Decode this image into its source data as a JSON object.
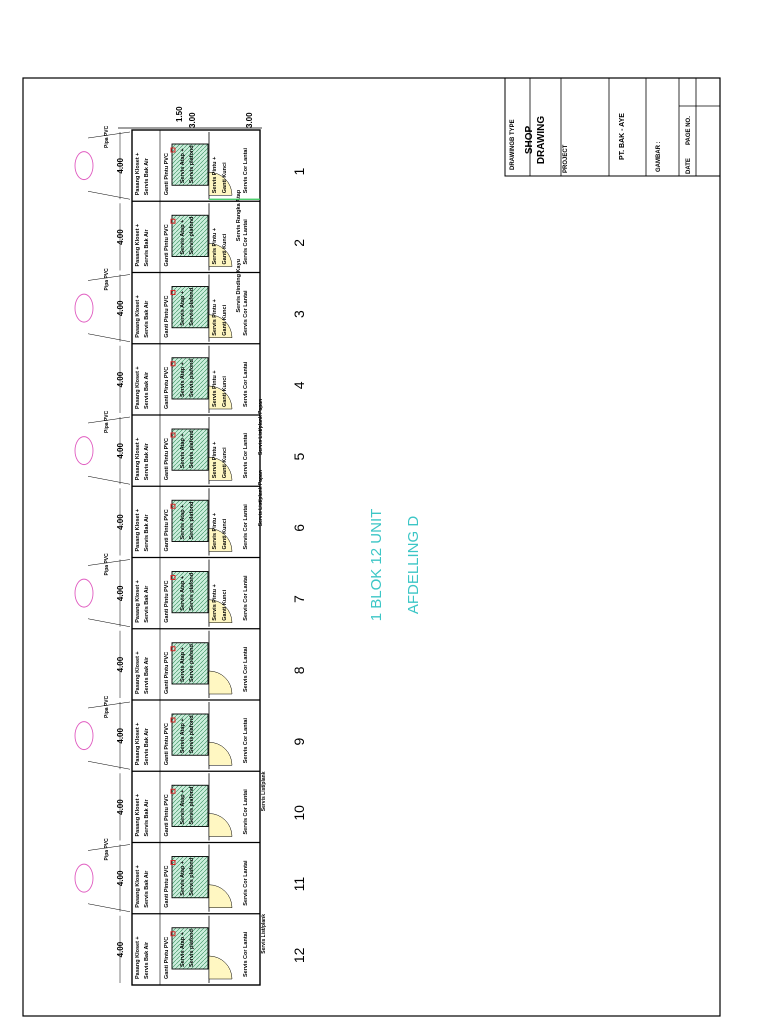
{
  "title_block": {
    "drawing_type_label": "DRAWINGB TYPE",
    "drawing_type_line1": "SHOP",
    "drawing_type_line2": "DRAWING",
    "project_label": "PROJECT",
    "company": "PT. BAK - AYE",
    "gambar_label": "GAMBAR :",
    "date_label": "DATE",
    "page_label": "PAGE NO."
  },
  "block_caption": {
    "line1": "1 BLOK 12 UNIT",
    "line2": "AFDELLING D"
  },
  "dimensions": {
    "unit_width": "4.00",
    "top": "1.50",
    "mid": "3.00",
    "bottom": "3.00"
  },
  "labels": {
    "pasang_kloset": "Pasang Kloset +",
    "servis_bak_air": "Servis Bak Air",
    "ganti_pintu_pvc": "Ganti Pintu PVC",
    "servis_atap": "Servis Atap +",
    "servis_plafond": "Servis plafond",
    "servis_pintu": "Servis Pintu +",
    "ganti_kunci": "Ganti Kunci",
    "servis_cor_lantai": "Servis Cor Lantai",
    "pipa_pvc": "Pipa PVC",
    "servis_list_papan": "Servis List/plank Papan",
    "servis_rangka_atap": "Servis Rangka Atap",
    "servis_dinding_kayu": "Servis Dinding Kayu",
    "servis_list_plank": "Servis List/plank"
  },
  "units": [
    "1",
    "2",
    "3",
    "4",
    "5",
    "6",
    "7",
    "8",
    "9",
    "10",
    "11",
    "12"
  ],
  "colors": {
    "line": "#000000",
    "caption": "#3cc6c6",
    "bath_fill": "#cdeedd",
    "door_fill": "#fff7c2",
    "pipe": "#e05bc0",
    "marker": "#d62828",
    "accent_green": "#34c759"
  }
}
